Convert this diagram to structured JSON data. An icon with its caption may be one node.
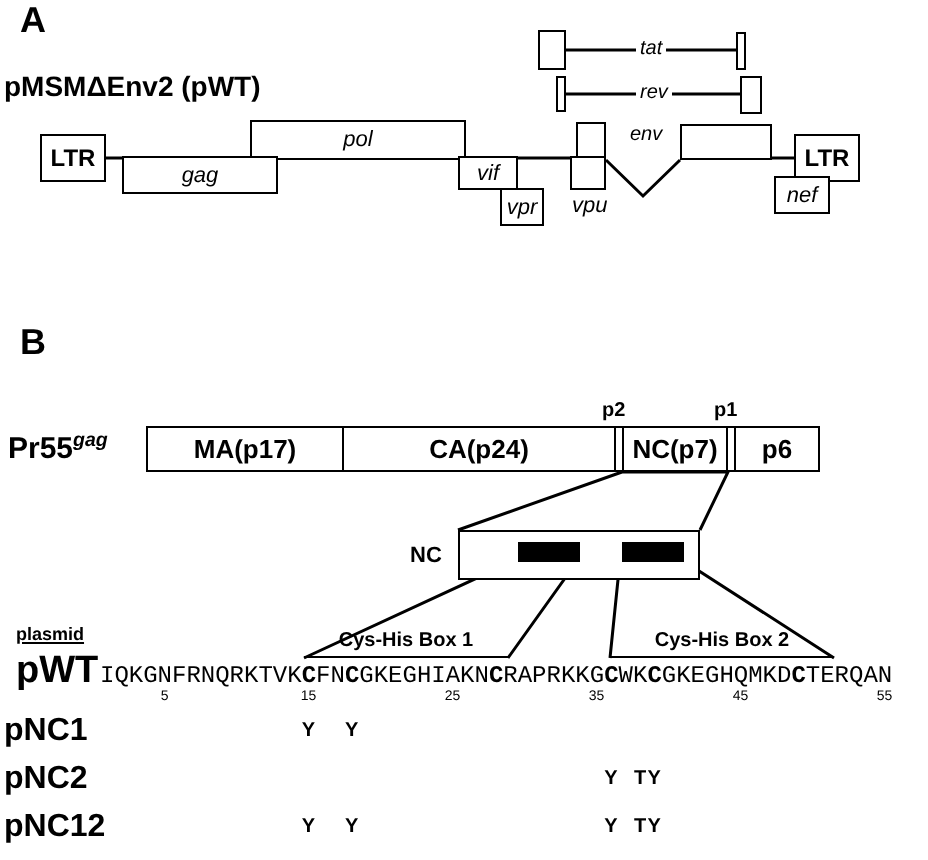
{
  "diagram": {
    "nodes": [
      {
        "text": [],
        "shape": "box"
      },
      {
        "text": [],
        "shape": "bar"
      },
      {
        "text": [],
        "shape": "bar"
      },
      {
        "text": [],
        "shape": "box"
      },
      {
        "text": [
          "LTR"
        ]
      },
      {
        "text": [
          "pol"
        ]
      },
      {
        "text": [
          "gag"
        ]
      },
      {
        "text": [
          "vif"
        ]
      },
      {
        "text": [
          "vpr"
        ]
      },
      {
        "text": [],
        "shape": "box"
      },
      {
        "text": [
          "vpu"
        ]
      },
      {
        "text": [],
        "shape": "box"
      },
      {
        "text": [
          "LTR"
        ]
      },
      {
        "text": [
          "nef"
        ]
      },
      {
        "text": [
          "MA(p17)"
        ]
      },
      {
        "text": [
          "CA(p24)"
        ]
      },
      {
        "text": [
          "p2"
        ]
      },
      {
        "text": [
          "NC(p7)"
        ]
      },
      {
        "text": [
          "p1"
        ]
      },
      {
        "text": [
          "p6"
        ]
      },
      {
        "text": [
          "NC"
        ]
      },
      {
        "text": [],
        "shape": "bar",
        "in": 20
      },
      {
        "text": [],
        "shape": "bar",
        "in": 20
      },
      {
        "text": [
          "Cys-His Box 1"
        ]
      },
      {
        "text": [
          "Cys-His Box 2"
        ]
      }
    ],
    "edges": [
      {
        "from": 0,
        "to": 1,
        "arrow": "none",
        "label": "tat"
      },
      {
        "from": 2,
        "to": 3,
        "arrow": "none",
        "label": "rev"
      },
      {
        "from": 9,
        "to": 11,
        "arrow": "none",
        "label": "env"
      },
      {
        "from": 17,
        "to": 20,
        "arrow": "none"
      },
      {
        "from": 21,
        "to": 23,
        "arrow": "none"
      },
      {
        "from": 22,
        "to": 24,
        "arrow": "none"
      },
      {
        "from": 4,
        "to": 9,
        "arrow": "none"
      },
      {
        "from": 11,
        "to": 12,
        "arrow": "none"
      }
    ],
    "labels": [
      "A",
      "pMSMΔEnv2 (pWT)",
      "B",
      "Pr55$^{gag}$",
      "plasmid",
      "pWT",
      "IQKGNFRNQRKTVK**C**FN**C**GKEGHIAKN**C**RAPRKKG**C**WK**C**GKEGHQMKD**C**TERQAN",
      "5",
      "15",
      "25",
      "35",
      "45",
      "55",
      "pNC1",
      "Y",
      "Y",
      "pNC2",
      "Y",
      "T",
      "Y",
      "pNC12",
      "Y",
      "Y",
      "Y",
      "T",
      "Y"
    ]
  }
}
